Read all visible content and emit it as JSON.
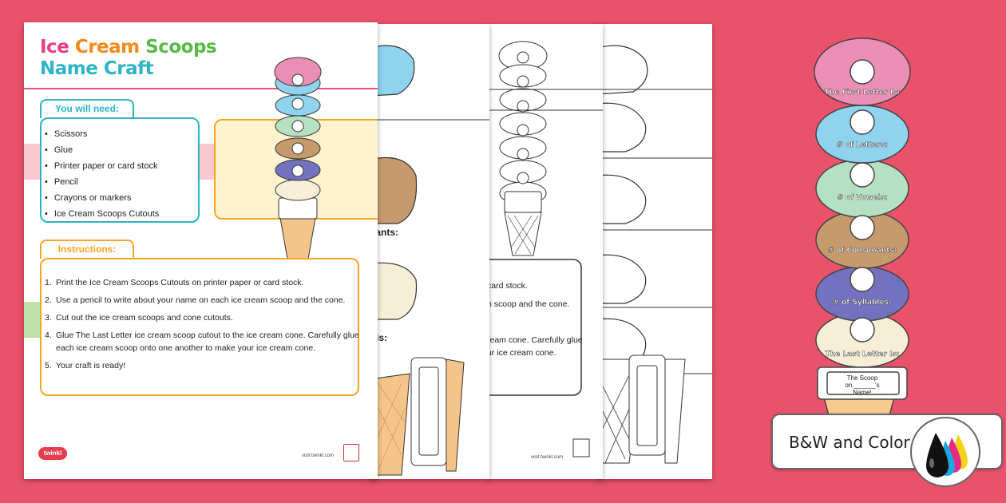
{
  "colors": {
    "background": "#e9526a",
    "pink": "#ec8fb4",
    "blue": "#8fd3ef",
    "green": "#b6e0c2",
    "brown": "#c79a6d",
    "purple": "#7372c0",
    "cream": "#f6efd6",
    "teal": "#2bb5c7",
    "orange": "#f6a623"
  },
  "craft": {
    "title_word1": "Ice",
    "title_word2": "Cream",
    "title_word3": "Scoops",
    "title_line2": "Name Craft",
    "needs_header": "You will need:",
    "needs": [
      "Scissors",
      "Glue",
      "Printer paper or card stock",
      "Pencil",
      "Crayons or markers",
      "Ice Cream Scoops Cutouts"
    ],
    "instructions_header": "Instructions:",
    "steps": [
      {
        "num": "1.",
        "text": "Print the Ice Cream Scoops Cutouts on printer paper or card stock."
      },
      {
        "num": "2.",
        "text": "Use a pencil to write about your name on each ice cream scoop and the cone."
      },
      {
        "num": "3.",
        "text": "Cut out the ice cream scoops and cone cutouts."
      },
      {
        "num": "4.",
        "text": "Glue The Last Letter ice cream scoop cutout to the ice cream cone. Carefully glue each ice cream scoop onto one another to make your ice cream cone."
      },
      {
        "num": "5.",
        "text": "Your craft is ready!"
      }
    ],
    "logo": "twinkl",
    "url": "visit twinkl.com"
  },
  "fragments": {
    "f1": "card stock.",
    "f2": "n scoop and the cone.",
    "f3": "ream cone. Carefully glue",
    "f4": "ur ice cream cone.",
    "f5": "s:",
    "f6": "nants:",
    "f7": "r Is:"
  },
  "big_cone": {
    "labels": [
      "The First Letter Is:",
      "# of Letters:",
      "# of Vowels:",
      "# of Consonants:",
      "# of Syllables:",
      "The Last Letter Is:"
    ],
    "cone_line1": "The Scoop",
    "cone_line2": "on ______'s",
    "cone_line3": "Name!"
  },
  "badge": {
    "label": "B&W and Color",
    "icon": "ink-drops-icon"
  }
}
